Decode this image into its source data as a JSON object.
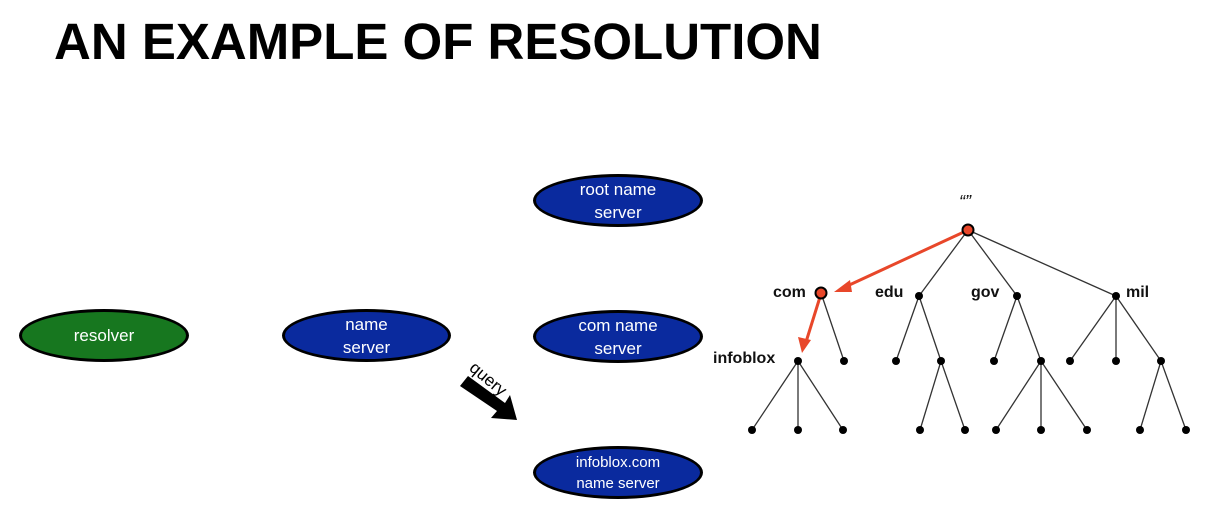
{
  "title": "AN EXAMPLE OF RESOLUTION",
  "servers": {
    "root": "root name\nserver",
    "com": "com name\nserver",
    "infoblox": "infoblox.com\nname server",
    "name_server": "name\nserver",
    "resolver": "resolver"
  },
  "query_label": "query",
  "tree": {
    "root_label": "“”",
    "com": "com",
    "edu": "edu",
    "gov": "gov",
    "mil": "mil",
    "infoblox": "infoblox"
  },
  "colors": {
    "server_fill": "#0a2a9e",
    "resolver_fill": "#17771f",
    "highlight_path": "#e8472a"
  }
}
